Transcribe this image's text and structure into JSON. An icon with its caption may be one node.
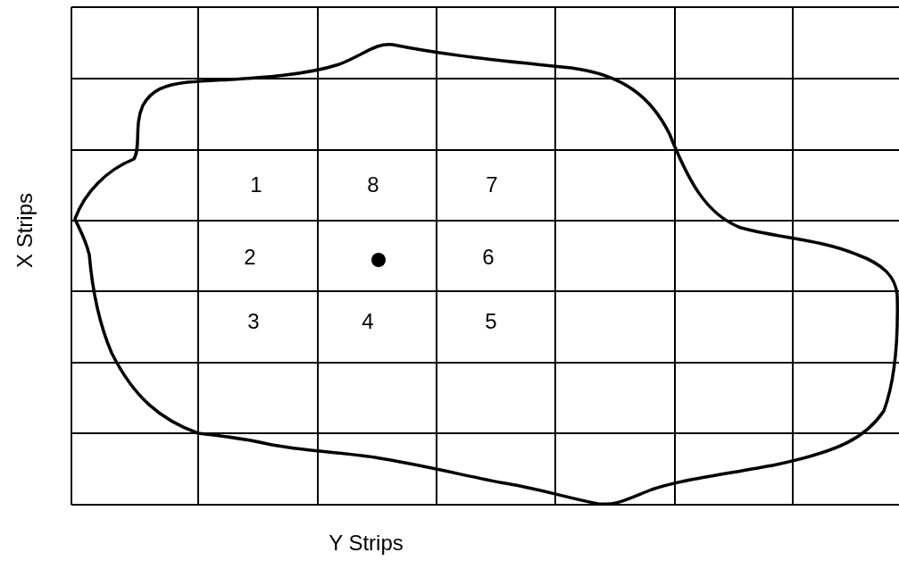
{
  "diagram": {
    "labels": [
      "X Strips",
      "1",
      "8",
      "7",
      "2",
      "6",
      "3",
      "4",
      "5",
      "Y Strips"
    ]
  }
}
